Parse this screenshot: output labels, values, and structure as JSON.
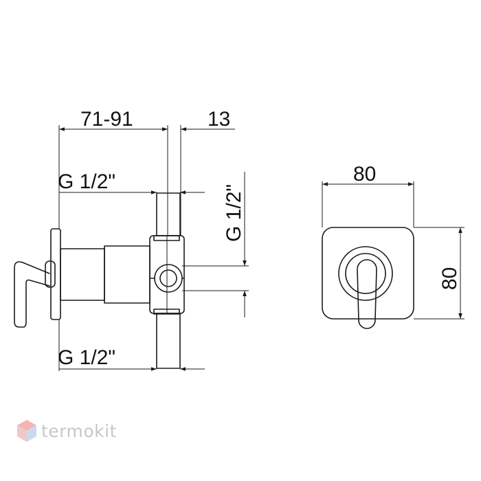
{
  "dimensions": {
    "length_range": "71-91",
    "cover_thickness": "13",
    "thread_top": "G 1/2\"",
    "thread_side": "G 1/2\"",
    "thread_bottom": "G 1/2\"",
    "plate_width": "80",
    "plate_height": "80"
  },
  "watermark": {
    "text": "termokit",
    "logo_colors": [
      "#f2b4b4",
      "#c9daf2"
    ]
  }
}
